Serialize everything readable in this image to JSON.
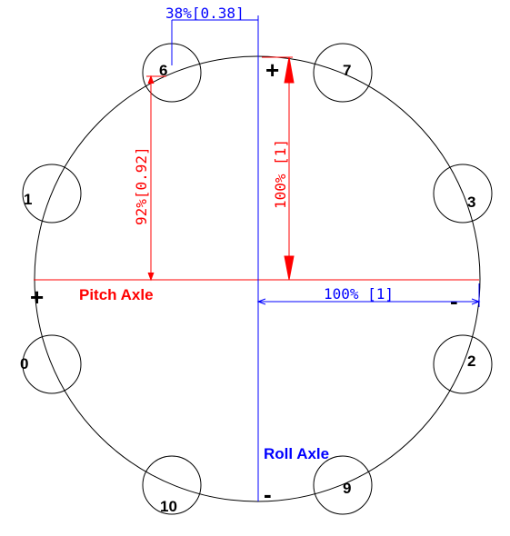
{
  "colors": {
    "circle": "#000000",
    "pitch": "#ff0000",
    "roll": "#0000ff",
    "text": "#000000"
  },
  "labels": {
    "pitch_axle": "Pitch Axle",
    "roll_axle": "Roll Axle",
    "dim_top": "38%[0.38]",
    "dim_left": "92%[0.92]",
    "dim_vertical": "100% [1]",
    "dim_horizontal": "100% [1]",
    "plus": "+",
    "minus": "-"
  },
  "motors": [
    {
      "id": "0",
      "label": "0"
    },
    {
      "id": "1",
      "label": "1"
    },
    {
      "id": "2",
      "label": "2"
    },
    {
      "id": "3",
      "label": "3"
    },
    {
      "id": "6",
      "label": "6"
    },
    {
      "id": "7",
      "label": "7"
    },
    {
      "id": "9",
      "label": "9"
    },
    {
      "id": "10",
      "label": "10"
    }
  ]
}
